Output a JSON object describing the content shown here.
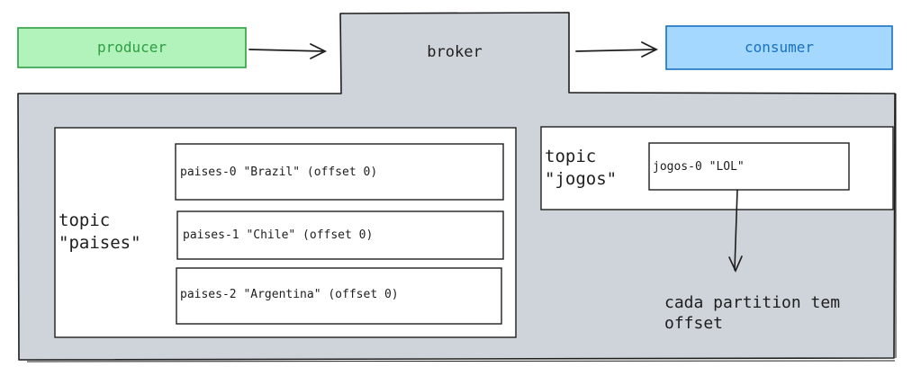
{
  "nodes": {
    "producer": "producer",
    "broker": "broker",
    "consumer": "consumer"
  },
  "topics": {
    "paises": {
      "label": "topic\n\"paises\"",
      "partitions": [
        "paises-0 \"Brazil\" (offset 0)",
        "paises-1 \"Chile\" (offset 0)",
        "paises-2 \"Argentina\" (offset 0)"
      ]
    },
    "jogos": {
      "label": "topic\n\"jogos\"",
      "partitions": [
        "jogos-0 \"LOL\""
      ]
    }
  },
  "note": "cada partition tem\noffset",
  "colors": {
    "producer_fill": "#b2f2bb",
    "producer_stroke": "#2f9e44",
    "consumer_fill": "#a5d8ff",
    "consumer_stroke": "#1971c2",
    "broker_fill": "#ced4da",
    "stroke": "#1e1e1e",
    "box_fill": "#ffffff"
  }
}
